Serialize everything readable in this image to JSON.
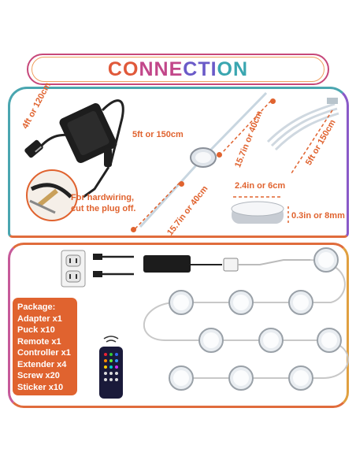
{
  "header": {
    "title": "CONNECTION"
  },
  "top_panel": {
    "adapter_cable_length": "4ft or 120cm",
    "switch_cable_length": "5ft or 150cm",
    "strip_length_top": "15.7in or 40cm",
    "strip_length_bottom": "15.7in or 40cm",
    "extender_length": "5ft or 150cm",
    "puck_diameter": "2.4in or 6cm",
    "puck_height": "0.3in or 8mm",
    "hardwiring_note": [
      "For hardwiring,",
      "cut the plug off."
    ]
  },
  "package": {
    "items": [
      "Package:",
      "Adapter x1",
      "Puck x10",
      "Remote x1",
      "Controller x1",
      "Extender x4",
      "Screw x20",
      "Sticker x10"
    ]
  },
  "colors": {
    "accent_orange": "#e0632f",
    "title_gradient": [
      "#e0593a",
      "#c2478a",
      "#6a5ac8",
      "#3aa6b0"
    ],
    "panel_border_teal": "#4aa6b0"
  }
}
